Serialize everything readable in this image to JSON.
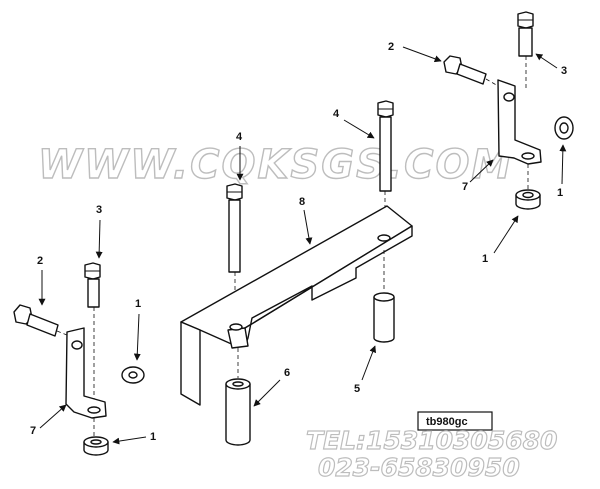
{
  "diagram": {
    "reference_code": "tb980gc",
    "callouts": {
      "tr_2": "2",
      "tr_3": "3",
      "tr_7": "7",
      "tr_1a": "1",
      "tr_1b": "1",
      "mid_4a": "4",
      "mid_4b": "4",
      "mid_8": "8",
      "mid_5": "5",
      "mid_6": "6",
      "l_3": "3",
      "l_2": "2",
      "l_1a": "1",
      "l_7": "7",
      "l_1b": "1"
    }
  },
  "watermark": {
    "site": "WWW.CQKSGS.COM",
    "tel": "TEL:15310305680",
    "phone": "023-65830950"
  }
}
